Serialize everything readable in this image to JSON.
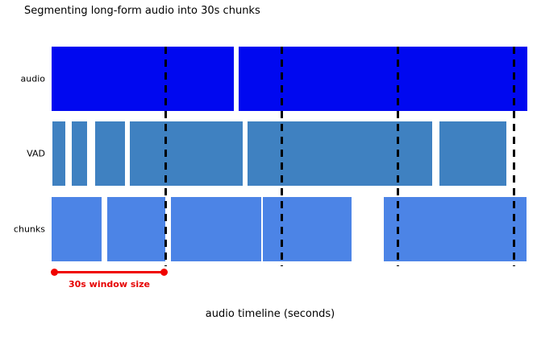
{
  "figure": {
    "title": "Segmenting long-form audio into 30s chunks",
    "x_axis_label": "audio timeline (seconds)",
    "window_annotation": "30s window size"
  },
  "colors": {
    "row_audio": "#0008f0",
    "row_vad": "#3f81c1",
    "row_chunks": "#4c84e6",
    "boundary_dash": "#000000",
    "annotation_red": "#f00200",
    "background": "#ffffff",
    "text": "#000000"
  },
  "chart_data": {
    "type": "timeline-bars",
    "unit": "seconds",
    "window_size_s": 30,
    "x_range_s": [
      0,
      124
    ],
    "dashed_boundaries_s": [
      30,
      60,
      90,
      120
    ],
    "rows": [
      {
        "label": "audio",
        "color": "#0008f0",
        "segments_s": [
          [
            0.6,
            47.6
          ],
          [
            48.9,
            123.4
          ]
        ]
      },
      {
        "label": "VAD",
        "color": "#3f81c1",
        "segments_s": [
          [
            0.8,
            4.2
          ],
          [
            5.8,
            9.8
          ],
          [
            11.9,
            19.6
          ],
          [
            20.9,
            50.0
          ],
          [
            51.2,
            98.8
          ],
          [
            100.7,
            117.9
          ]
        ]
      },
      {
        "label": "chunks",
        "color": "#4c84e6",
        "segments_s": [
          [
            0.6,
            13.6
          ],
          [
            15.0,
            30.1
          ],
          [
            31.5,
            54.7
          ],
          [
            55.2,
            78.0
          ],
          [
            86.3,
            123.1
          ]
        ]
      }
    ],
    "annotation_arrow": {
      "from_s": 1.5,
      "to_s": 29.6,
      "label": "30s window size"
    }
  }
}
